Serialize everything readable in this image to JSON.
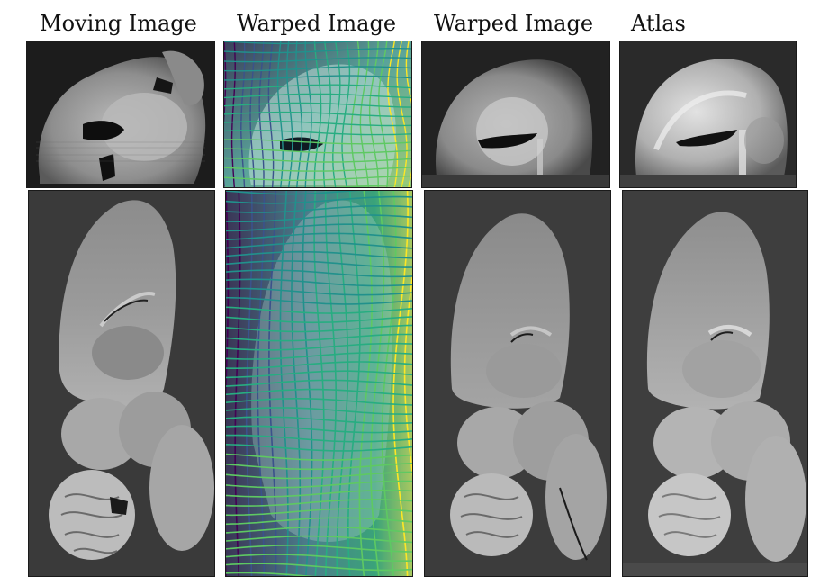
{
  "figure": {
    "columns": [
      {
        "title": "Moving Image"
      },
      {
        "title": "Warped Image"
      },
      {
        "title": "Warped Image"
      },
      {
        "title": "Atlas"
      }
    ],
    "rows": [
      {
        "view": "coronal"
      },
      {
        "view": "sagittal"
      }
    ],
    "grid_colormap": [
      "#440154",
      "#3b528b",
      "#21918c",
      "#27ad81",
      "#5ec962",
      "#fde725"
    ]
  }
}
